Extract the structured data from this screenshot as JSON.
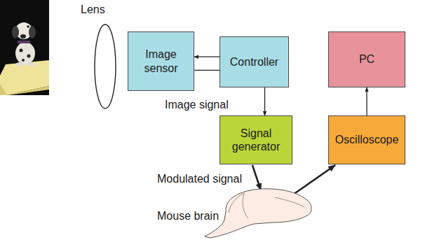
{
  "diagram": {
    "nodes": [
      {
        "text": [
          "Image sensor"
        ]
      },
      {
        "text": [
          "Controller"
        ]
      },
      {
        "text": [
          "PC"
        ]
      },
      {
        "text": [
          "Signal generator"
        ]
      },
      {
        "text": [
          "Oscilloscope"
        ]
      },
      {
        "text": [
          "Mouse brain"
        ]
      }
    ],
    "edges": [
      {
        "from": 1,
        "to": 0,
        "arrow": "to"
      },
      {
        "from": 0,
        "to": 3,
        "arrow": "to"
      },
      {
        "from": 3,
        "to": 5,
        "arrow": "to"
      },
      {
        "from": 5,
        "to": 4,
        "arrow": "to"
      },
      {
        "from": 4,
        "to": 2,
        "arrow": "to"
      }
    ],
    "labels": [
      "Lens",
      "Image signal",
      "Modulated signal"
    ]
  }
}
